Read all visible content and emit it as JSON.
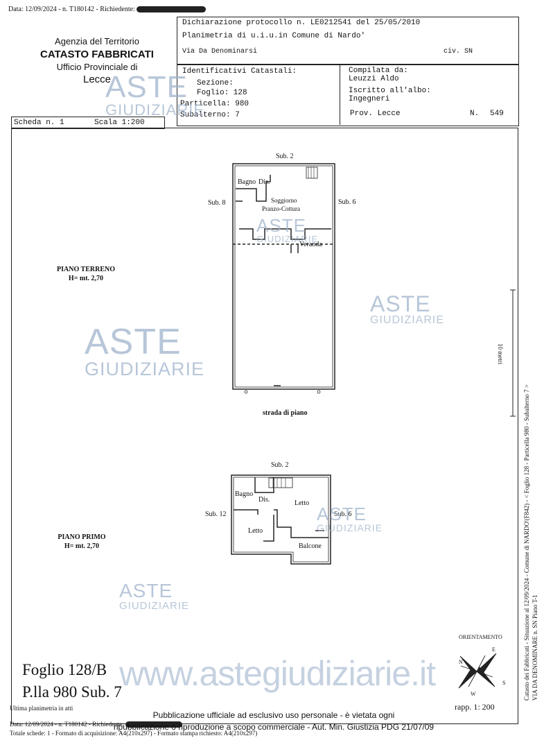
{
  "top_line": {
    "date_label": "Data: 12/09/2024 - n. T180142 - Richiedente:"
  },
  "agency": {
    "line1": "Agenzia del Territorio",
    "line2": "CATASTO FABBRICATI",
    "line3": "Ufficio Provinciale di",
    "line4": "Lecce"
  },
  "header": {
    "dichiarazione": "Dichiarazione protocollo n. LE0212541 del  25/05/2010",
    "planimetria": "Planimetria di u.i.u.in Comune di Nardo'",
    "via": "Via Da Denominarsi",
    "civ": "civ. SN"
  },
  "identificativi": {
    "title": "Identificativi Catastali:",
    "sezione": "Sezione:",
    "foglio": "Foglio: 128",
    "particella": "Particella: 980",
    "subalterno": "Subalterno: 7"
  },
  "compilata": {
    "title": "Compilata da:",
    "name": "Leuzzi Aldo",
    "iscritto": "Iscritto all'albo:",
    "albo": "Ingegneri",
    "prov": "Prov. Lecce",
    "n_label": "N.",
    "n_value": "549"
  },
  "scheda": {
    "scheda": "Scheda n. 1",
    "scala": "Scala 1:200"
  },
  "piano_terreno": {
    "title": "PIANO TERRENO",
    "height": "H= mt. 2,70",
    "sub_top": "Sub. 2",
    "sub_left": "Sub. 8",
    "sub_right": "Sub. 6",
    "bagno": "Bagno",
    "dis": "Dis.",
    "soggiorno": "Soggiorno",
    "pranzo": "Pranzo-Cottura",
    "veranda": "Veranda",
    "strada": "strada di piano"
  },
  "piano_primo": {
    "title": "PIANO PRIMO",
    "height": "H= mt. 2,70",
    "sub_top": "Sub. 2",
    "sub_left": "Sub. 12",
    "sub_right": "Sub. 6",
    "bagno": "Bagno",
    "dis": "Dis.",
    "letto1": "Letto",
    "letto2": "Letto",
    "balcone": "Balcone"
  },
  "scale_mark": "10 metri",
  "orientamento": {
    "title": "ORIENTAMENTO",
    "n": "N",
    "e": "E",
    "s": "S",
    "w": "W"
  },
  "rapp": "rapp. 1: 200",
  "foglio_big": "Foglio 128/B",
  "plla_big": "P.lla 980 Sub. 7",
  "ultima": "Ultima planimetria in atti",
  "footer": {
    "line1": "Data: 12/09/2024 - n. T180142 - Richiedente:",
    "line2": "Totale schede: 1 - Formato di acquisizione: A4(210x297) - Formato stampa richiesto: A4(210x297)"
  },
  "pubblicazione": {
    "line1": "Pubblicazione ufficiale ad esclusivo uso personale - è vietata ogni",
    "line2": "ripubblicazione o riproduzione a scopo commerciale - Aut. Min. Giustizia PDG 21/07/09"
  },
  "side_text": {
    "line1": "Catasto dei Fabbricati - Situazione al 12/09/2024 - Comune di NARDO'(F842) - < Foglio 128 - Particella 980 - Subalterno 7 >",
    "line2": "VIA DA DENOMINARE n. SN Piano T-1"
  },
  "watermark": {
    "aste": "ASTE",
    "giudiziarie": "GIUDIZIARIE",
    "site": "www.astegiudiziarie.it"
  }
}
